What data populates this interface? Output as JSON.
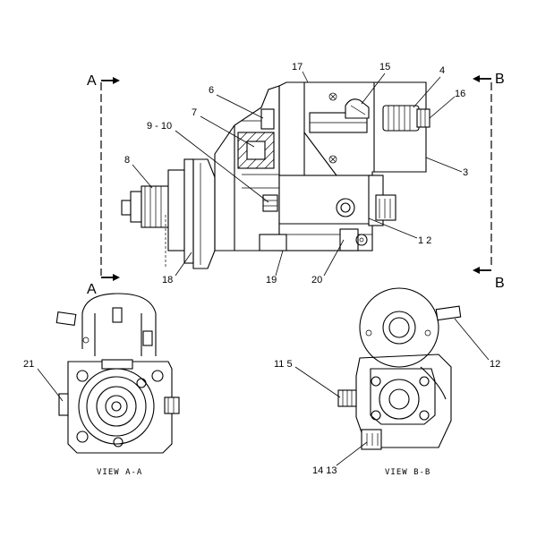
{
  "section_a": {
    "top_label": "A",
    "bottom_label": "A"
  },
  "section_b": {
    "top_label": "B",
    "bottom_label": "B"
  },
  "callouts": {
    "c17": "17",
    "c15": "15",
    "c4": "4",
    "c16": "16",
    "c6": "6",
    "c7": "7",
    "c9_10": "9 - 10",
    "c8": "8",
    "c3": "3",
    "c1_2": "1 2",
    "c18": "18",
    "c19": "19",
    "c20": "20",
    "c21": "21",
    "c11_5": "11 5",
    "c12": "12",
    "c14_13": "14 13"
  },
  "views": {
    "view_aa": "VIEW A-A",
    "view_bb": "VIEW B-B"
  }
}
